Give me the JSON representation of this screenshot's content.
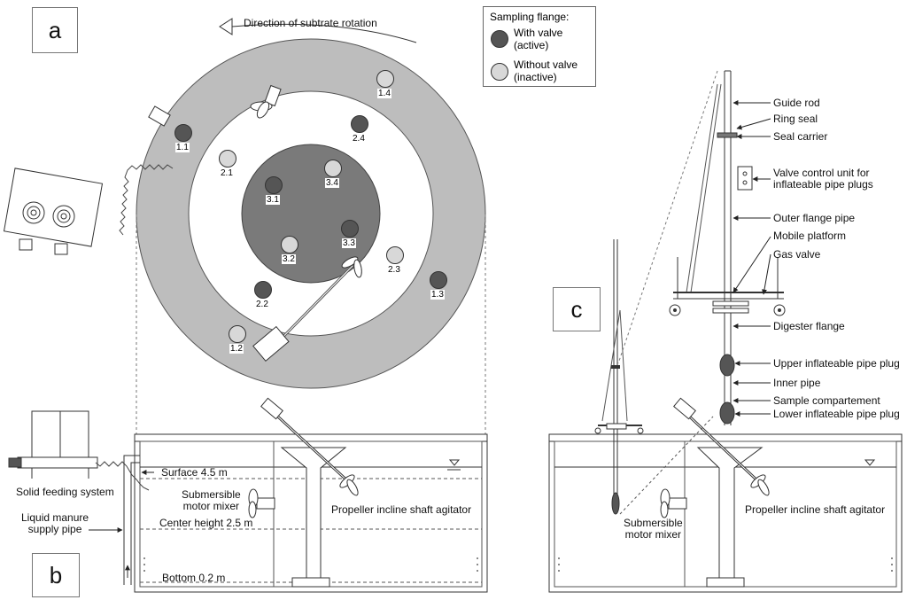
{
  "panels": {
    "a": "a",
    "b": "b",
    "c": "c"
  },
  "top_view": {
    "rotation_label": "Direction of subtrate rotation",
    "ports": [
      {
        "id": "1.1",
        "active": true
      },
      {
        "id": "1.2",
        "active": false
      },
      {
        "id": "1.3",
        "active": true
      },
      {
        "id": "1.4",
        "active": false
      },
      {
        "id": "2.1",
        "active": false
      },
      {
        "id": "2.2",
        "active": true
      },
      {
        "id": "2.3",
        "active": false
      },
      {
        "id": "2.4",
        "active": true
      },
      {
        "id": "3.1",
        "active": true
      },
      {
        "id": "3.2",
        "active": false
      },
      {
        "id": "3.3",
        "active": true
      },
      {
        "id": "3.4",
        "active": false
      }
    ]
  },
  "legend": {
    "title": "Sampling flange:",
    "with_valve": "With valve\n(active)",
    "without_valve": "Without valve\n(inactive)"
  },
  "side_view_b": {
    "surface": "Surface 4.5 m",
    "center": "Center  height 2.5 m",
    "bottom": "Bottom 0.2 m",
    "solid_feeding": "Solid feeding system",
    "liquid_manure": "Liquid manure\nsupply pipe",
    "submersible": "Submersible\nmotor mixer",
    "propeller": "Propeller incline shaft agitator"
  },
  "side_view_c": {
    "guide_rod": "Guide rod",
    "ring_seal": "Ring seal",
    "seal_carrier": "Seal carrier",
    "valve_control": "Valve control unit for\ninflateable pipe plugs",
    "outer_flange": "Outer flange pipe",
    "mobile_platform": "Mobile platform",
    "gas_valve": "Gas valve",
    "digester_flange": "Digester flange",
    "upper_plug": "Upper inflateable pipe plug",
    "inner_pipe": "Inner pipe",
    "sample_compartment": "Sample compartement",
    "lower_plug": "Lower inflateable pipe plug",
    "submersible": "Submersible\nmotor mixer",
    "propeller": "Propeller incline shaft agitator"
  },
  "colors": {
    "ring": "#bdbdbd",
    "center": "#7a7a7a",
    "active": "#555555",
    "inactive": "#d8d8d8"
  }
}
